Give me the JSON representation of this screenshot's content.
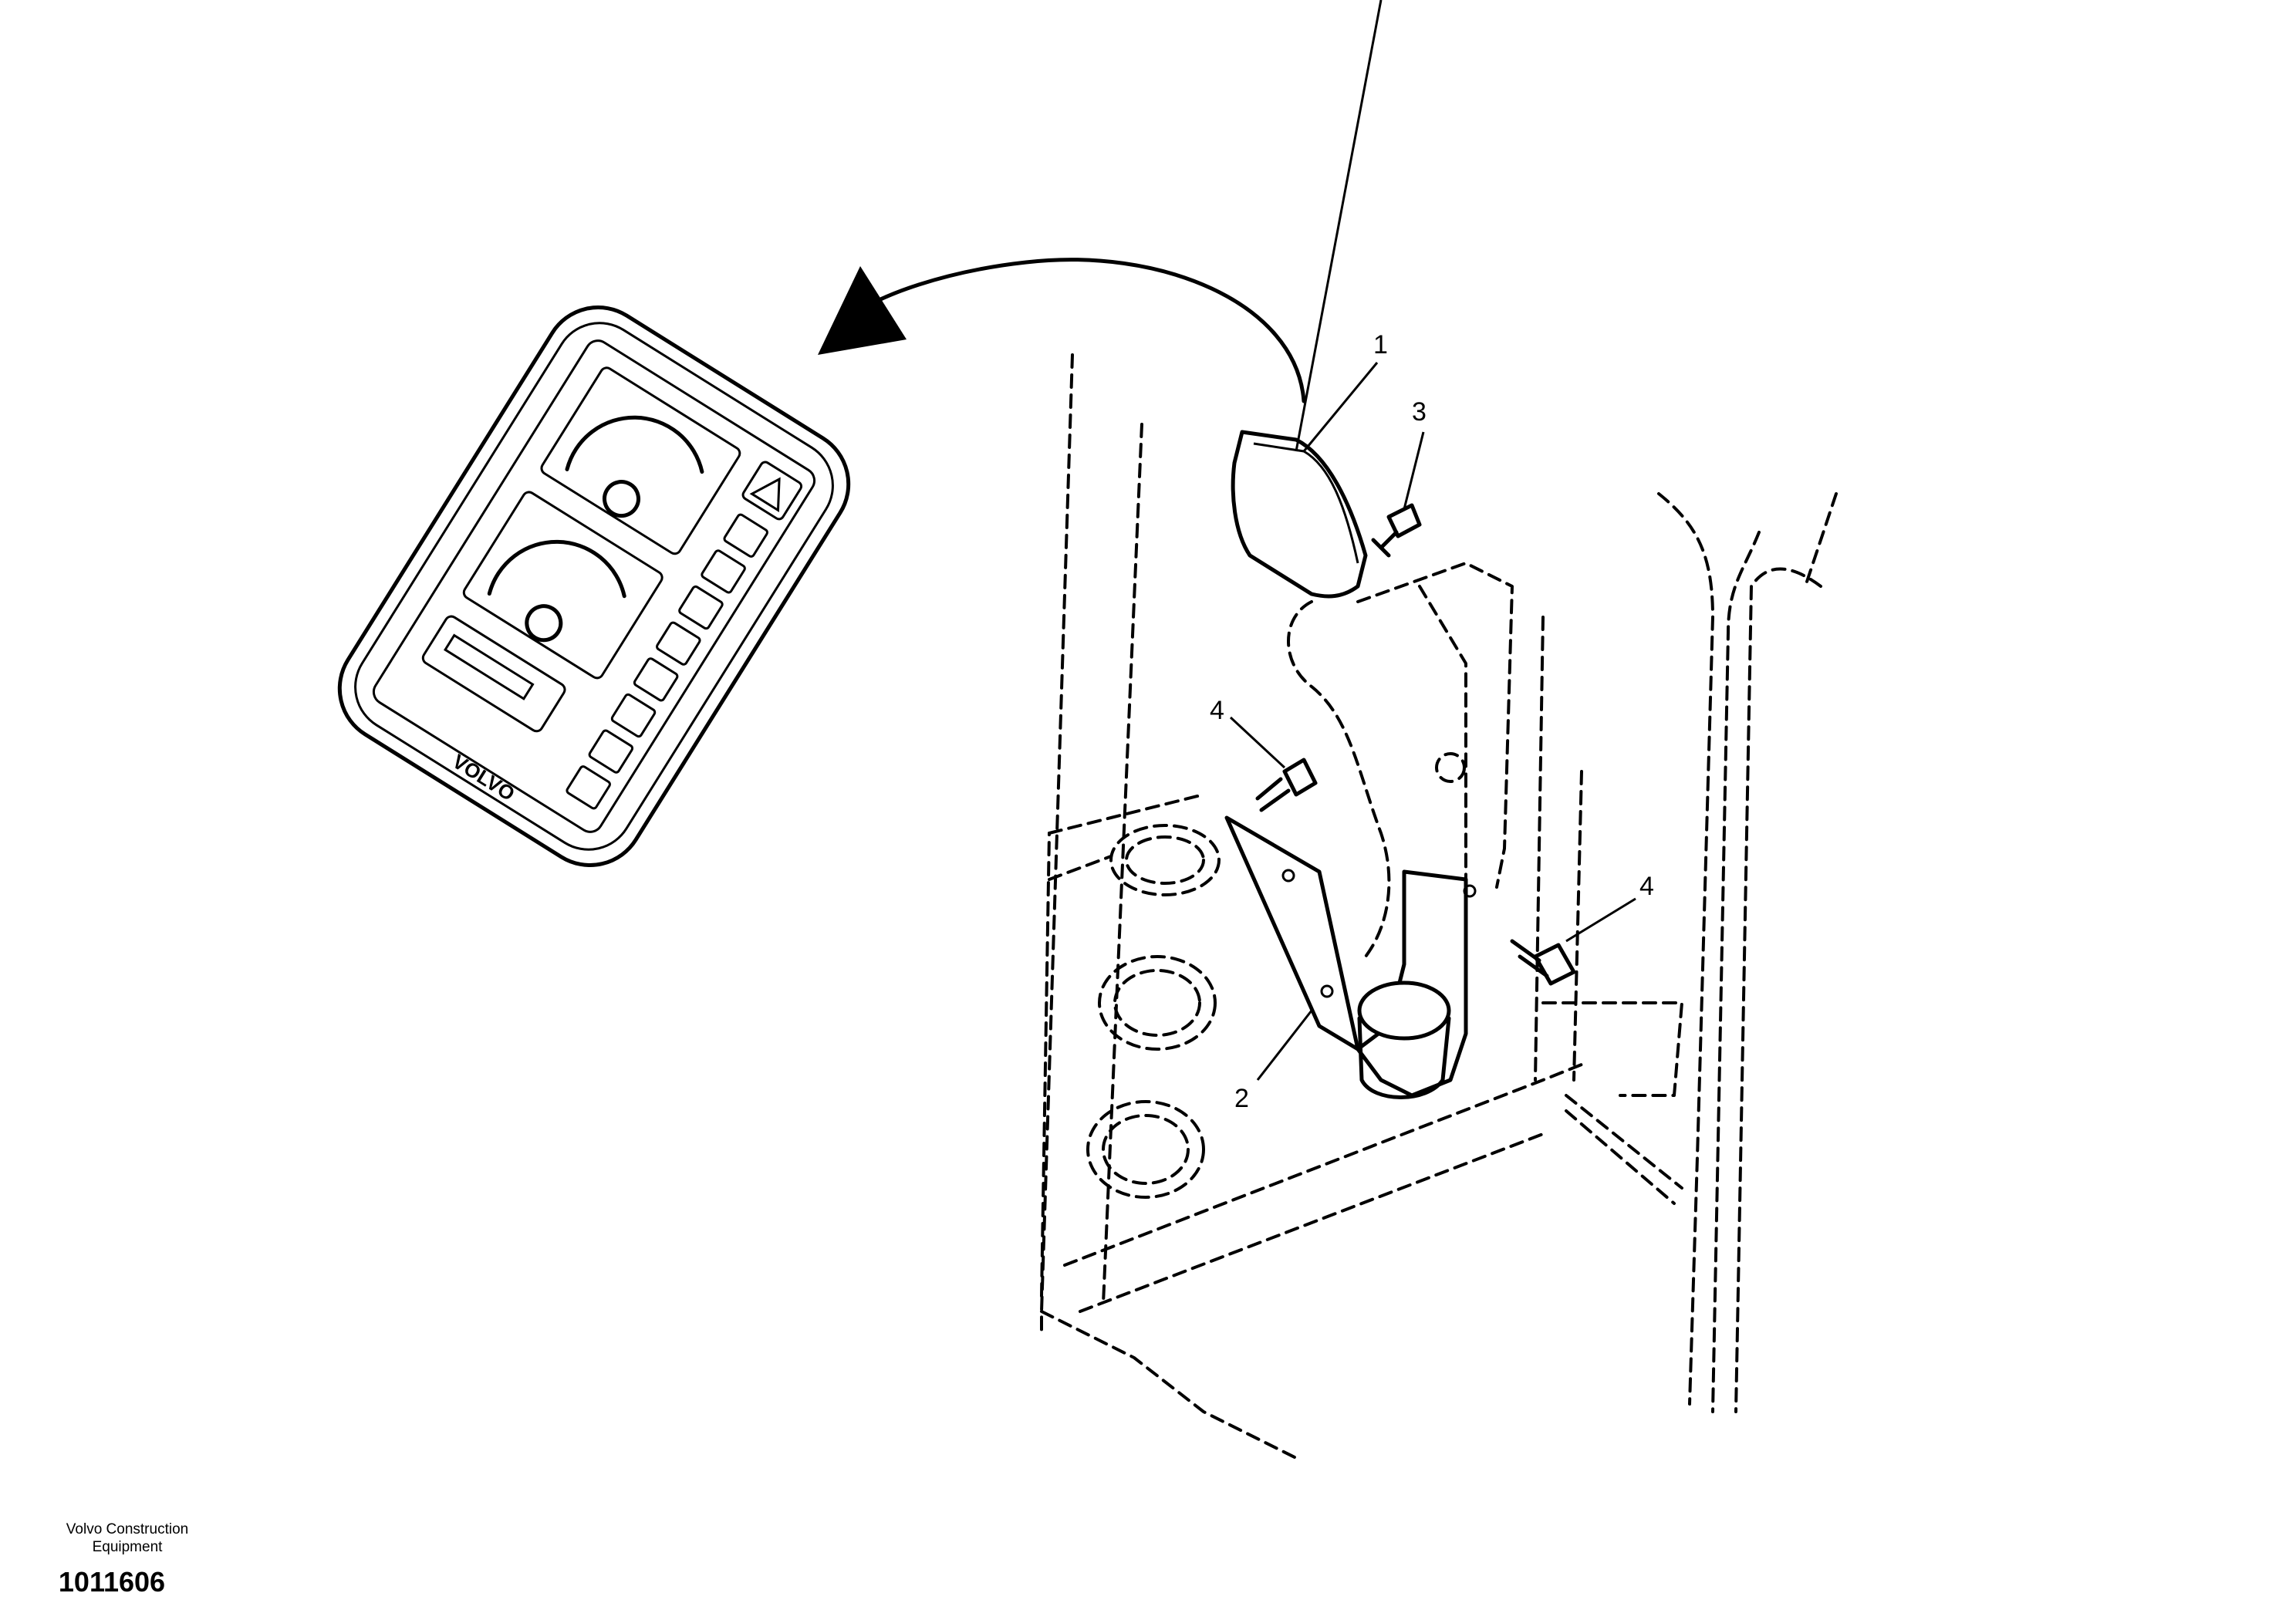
{
  "callouts": {
    "c1": "1",
    "c2": "2",
    "c3": "3",
    "c4a": "4",
    "c4b": "4"
  },
  "panel": {
    "brand": "VOLVO"
  },
  "footer": {
    "brand_line1": "Volvo Construction",
    "brand_line2": "Equipment",
    "figure_number": "1011606"
  },
  "icons": [
    "curved-arrow-icon",
    "warning-triangle-icon",
    "gauge-icon",
    "bolt-icon"
  ]
}
